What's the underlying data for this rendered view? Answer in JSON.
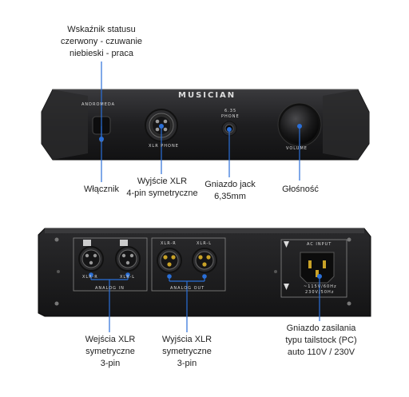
{
  "front": {
    "brand_logo": "MUSICIAN",
    "model_text": "ANDROMEDA",
    "xlr_phone_label": "XLR PHONE",
    "jack_label_top": "6.35",
    "jack_label_bottom": "PHONE",
    "volume_label": "VOLUME"
  },
  "back": {
    "xlr_r_in": "XLR-R",
    "xlr_l_in": "XLR-L",
    "analog_in": "ANALOG IN",
    "xlr_r_out": "XLR-R",
    "xlr_l_out": "XLR-L",
    "analog_out": "ANALOG OUT",
    "ac_input": "AC INPUT",
    "voltage_1": "~115V/60Hz",
    "voltage_2": "230V/50Hz"
  },
  "callouts": {
    "status_led": [
      "Wskaźnik statusu",
      "czerwony - czuwanie",
      "niebieski - praca"
    ],
    "power_switch": [
      "Włącznik"
    ],
    "xlr_output": [
      "Wyjście XLR",
      "4-pin symetryczne"
    ],
    "jack_output": [
      "Gniazdo jack",
      "6,35mm"
    ],
    "volume": [
      "Głośność"
    ],
    "xlr_inputs": [
      "Wejścia XLR",
      "symetryczne",
      "3-pin"
    ],
    "xlr_outputs": [
      "Wyjścia XLR",
      "symetryczne",
      "3-pin"
    ],
    "power_socket": [
      "Gniazdo zasilania",
      "typu tailstock (PC)",
      "auto 110V / 230V"
    ]
  },
  "colors": {
    "leader_line": "#2a6fd8",
    "body": "#1b1b1d",
    "panel": "#2b2b2e"
  }
}
